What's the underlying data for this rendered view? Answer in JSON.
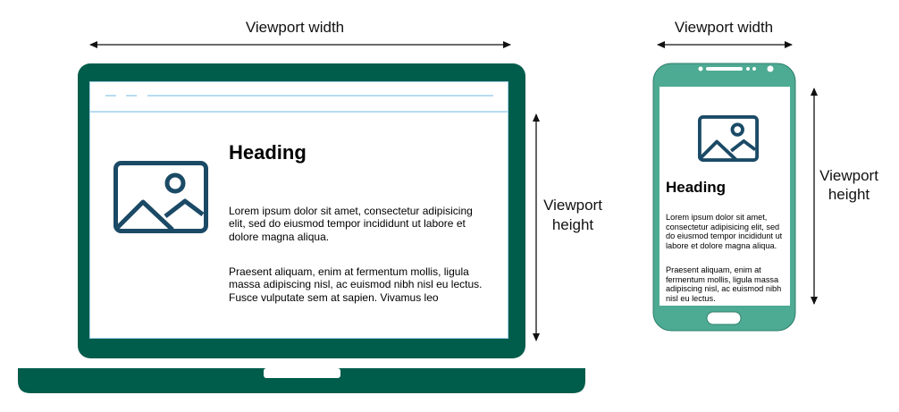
{
  "labels": {
    "laptop_width": "Viewport width",
    "laptop_height_line1": "Viewport",
    "laptop_height_line2": "height",
    "phone_width": "Viewport width",
    "phone_height_line1": "Viewport",
    "phone_height_line2": "height"
  },
  "laptop": {
    "heading": "Heading",
    "paragraph1": "Lorem ipsum dolor sit amet, consectetur adipisicing elit, sed do eiusmod tempor incididunt ut labore et dolore magna aliqua.",
    "paragraph2": "Praesent aliquam, enim at fermentum mollis, ligula massa adipiscing nisl, ac euismod nibh nisl eu lectus. Fusce vulputate sem at sapien. Vivamus leo"
  },
  "phone": {
    "heading": "Heading",
    "paragraph1": "Lorem ipsum dolor sit amet, consectetur adipisicing elit, sed do eiusmod tempor incididunt ut labore et dolore magna aliqua.",
    "paragraph2": "Praesent aliquam, enim at fermentum mollis, ligula massa adipiscing nisl, ac euismod nibh nisl eu lectus."
  },
  "colors": {
    "laptop_body": "#005c4b",
    "phone_body": "#4daa93",
    "image_icon": "#1b4a66",
    "browser_bar": "#9fd0ee"
  },
  "icons": [
    "image-placeholder-icon",
    "browser-bar-icon"
  ]
}
